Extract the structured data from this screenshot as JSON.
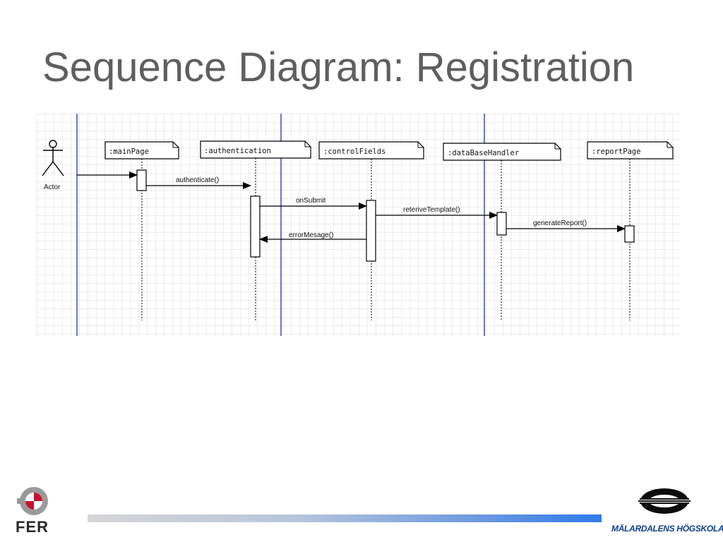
{
  "slide": {
    "title": "Sequence Diagram: Registration"
  },
  "diagram": {
    "actor": {
      "label": "Actor"
    },
    "lifelines": [
      {
        "id": "mainPage",
        "label": ":mainPage"
      },
      {
        "id": "authentication",
        "label": ":authentication"
      },
      {
        "id": "controlFields",
        "label": ":controlFields"
      },
      {
        "id": "dataBaseHandler",
        "label": ":dataBaseHandler"
      },
      {
        "id": "reportPage",
        "label": ":reportPage"
      }
    ],
    "messages": [
      {
        "from": "actor",
        "to": "mainPage",
        "label": ""
      },
      {
        "from": "mainPage",
        "to": "authentication",
        "label": "authenticate()"
      },
      {
        "from": "authentication",
        "to": "controlFields",
        "label": "onSubmit"
      },
      {
        "from": "controlFields",
        "to": "dataBaseHandler",
        "label": "reteriveTemplate()"
      },
      {
        "from": "dataBaseHandler",
        "to": "reportPage",
        "label": "generateReport()"
      },
      {
        "from": "controlFields",
        "to": "authentication",
        "label": "errorMesage()"
      }
    ],
    "colors": {
      "grid": "#d9d9e6",
      "separator": "#3a4fb0",
      "line": "#000000"
    }
  },
  "footer": {
    "left_logo": "FER",
    "right_logo": "MÄLARDALENS HÖGSKOLA"
  }
}
